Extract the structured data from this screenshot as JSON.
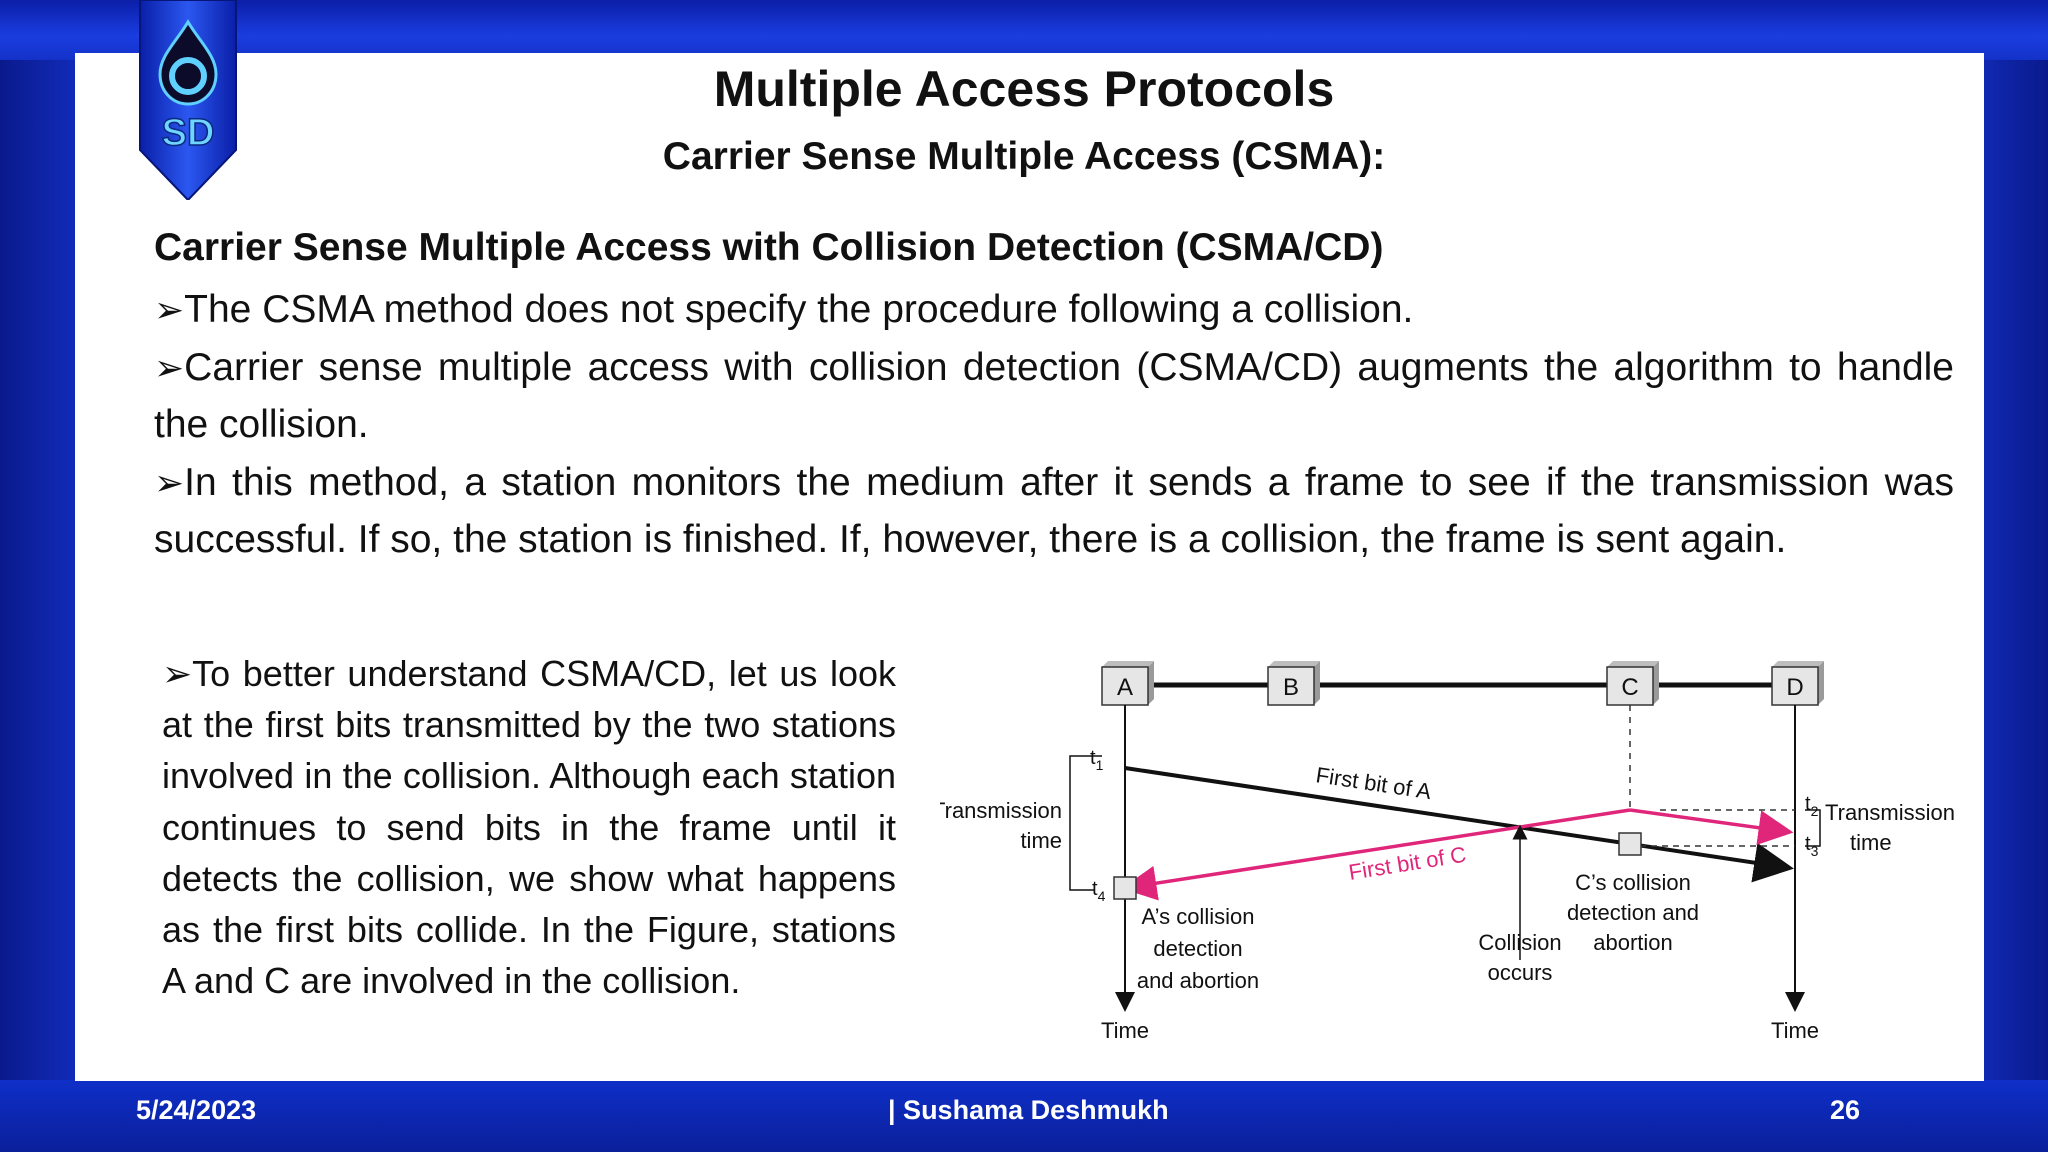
{
  "logo": {
    "text": "SD",
    "icon": "drop-logo-icon"
  },
  "header": {
    "title": "Multiple Access Protocols",
    "subtitle": "Carrier Sense Multiple Access (CSMA):"
  },
  "section_heading": "Carrier Sense Multiple Access with Collision Detection (CSMA/CD)",
  "bullet_marker": "➢",
  "bullets": [
    "The CSMA method does not specify the procedure following a collision.",
    "Carrier sense multiple access with collision detection (CSMA/CD) augments the algorithm to handle the collision.",
    "In this method, a station monitors the medium after it sends a frame to see if the transmission was successful. If so, the station is finished. If, however, there is a collision, the frame is sent again."
  ],
  "side_paragraph": "To better understand CSMA/CD, let us look at the first bits transmitted by the two stations involved in the collision. Although each station continues to send bits in the frame until it detects the collision, we show what happens as the first bits collide. In the Figure, stations A and C are involved in the collision.",
  "diagram": {
    "stations": [
      "A",
      "B",
      "C",
      "D"
    ],
    "labels": {
      "first_bit_a": "First bit of A",
      "first_bit_c": "First bit of C",
      "transmission_time_left_1": "Transmission",
      "transmission_time_left_2": "time",
      "transmission_time_right_1": "Transmission",
      "transmission_time_right_2": "time",
      "t1": "t",
      "t1_sub": "1",
      "t2": "t",
      "t2_sub": "2",
      "t3": "t",
      "t3_sub": "3",
      "t4": "t",
      "t4_sub": "4",
      "a_detect_1": "A’s collision",
      "a_detect_2": "detection",
      "a_detect_3": "and abortion",
      "collision_1": "Collision",
      "collision_2": "occurs",
      "c_detect_1": "C’s collision",
      "c_detect_2": "detection and",
      "c_detect_3": "abortion",
      "time_left": "Time",
      "time_right": "Time"
    },
    "colors": {
      "signal_c": "#e0267a",
      "line": "#111111",
      "station_fill": "#e6e6e6"
    }
  },
  "footer": {
    "date": "5/24/2023",
    "author": "| Sushama Deshmukh",
    "page": "26"
  }
}
